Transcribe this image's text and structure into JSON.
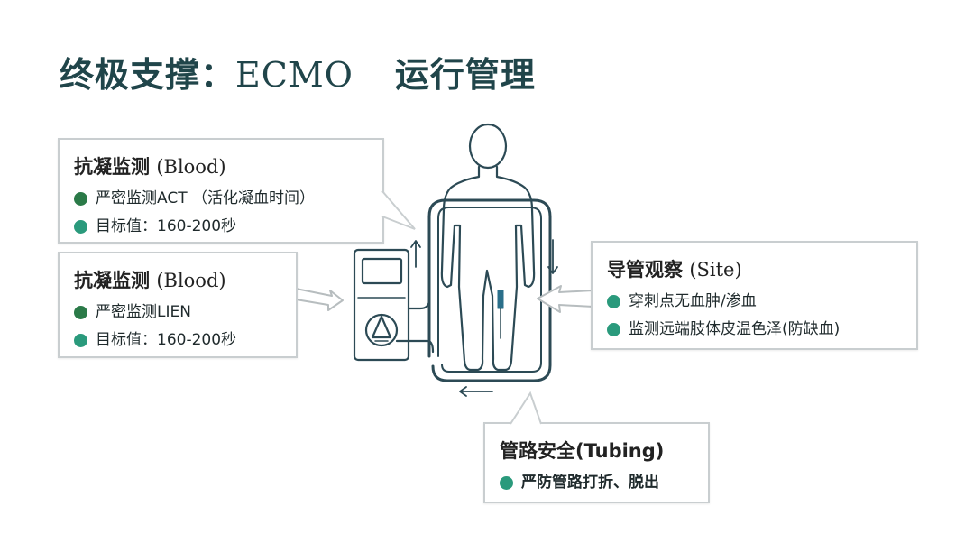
{
  "title": {
    "main": "终极支撑：",
    "latin": "ECMO",
    "sub": "运行管理"
  },
  "callouts": {
    "top_left": {
      "heading": "抗凝监测",
      "heading_en": "(Blood)",
      "items": [
        {
          "text": "严密监测ACT  （活化凝血时间）",
          "color": "#2b7a48"
        },
        {
          "text": "目标值：160-200秒",
          "color": "#2a9a7c"
        }
      ]
    },
    "mid_left": {
      "heading": "抗凝监测",
      "heading_en": "(Blood)",
      "items": [
        {
          "text": "严密监测LIEN",
          "color": "#2b7a48"
        },
        {
          "text": "目标值：160-200秒",
          "color": "#2a9a7c"
        }
      ]
    },
    "right": {
      "heading": "导管观察",
      "heading_en": "(Site)",
      "items": [
        {
          "text": "穿刺点无血肿/渗血",
          "color": "#2a9a7c"
        },
        {
          "text": "监测远端肢体皮温色泽(防缺血)",
          "color": "#2a9a7c"
        }
      ]
    },
    "bottom": {
      "heading": "管路安全(Tubing)",
      "items": [
        {
          "text": "严防管路打折、脱出",
          "color": "#2a9a7c"
        }
      ]
    }
  },
  "icons": [
    "ecmo-machine-icon",
    "pump-icon",
    "human-body-icon",
    "arrow-up-icon",
    "arrow-down-icon",
    "arrow-left-icon"
  ]
}
